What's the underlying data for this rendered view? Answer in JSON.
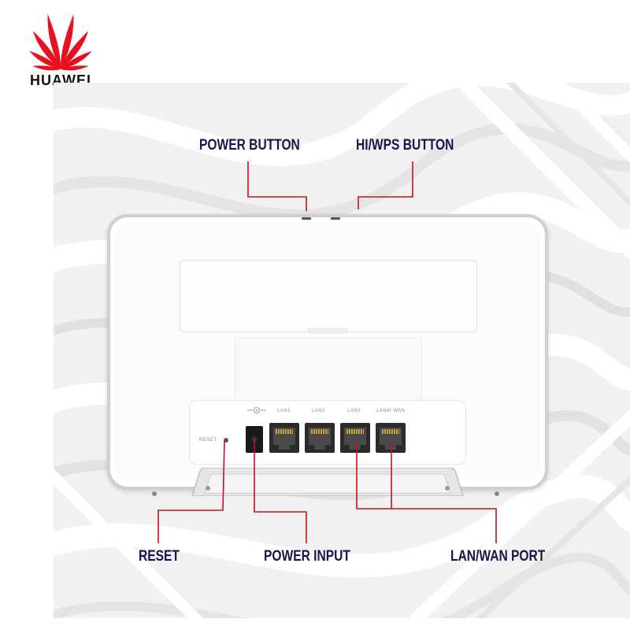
{
  "brand": {
    "name": "HUAWEI",
    "logo_color": "#e8101f"
  },
  "callouts": {
    "power_button": "POWER BUTTON",
    "hi_wps_button": "HI/WPS BUTTON",
    "reset": "RESET",
    "power_input": "POWER INPUT",
    "lan_wan_port": "LAN/WAN PORT"
  },
  "device": {
    "reset_label": "RESET",
    "ports": [
      "LAN1",
      "LAN2",
      "LAN3",
      "LAN4/ WAN"
    ]
  },
  "colors": {
    "label_text": "#16164a",
    "leader_line": "#c0141c"
  }
}
